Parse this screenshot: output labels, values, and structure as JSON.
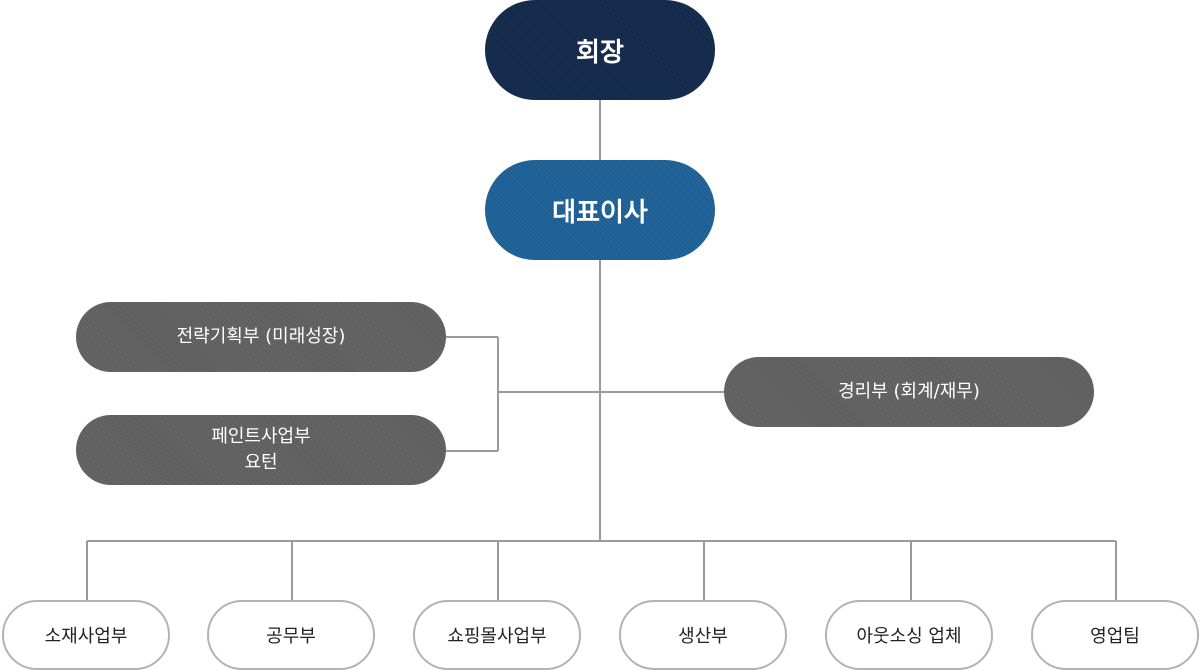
{
  "chart": {
    "chairman": "회장",
    "ceo": "대표이사",
    "staff_left": [
      {
        "lines": [
          "전략기획부 (미래성장)"
        ]
      },
      {
        "lines": [
          "페인트사업부",
          "요턴"
        ]
      }
    ],
    "staff_right": {
      "lines": [
        "경리부 (회계/재무)"
      ]
    },
    "departments": [
      "소재사업부",
      "공무부",
      "쇼핑몰사업부",
      "생산부",
      "아웃소싱 업체",
      "영업팀"
    ]
  },
  "colors": {
    "chairman": "#12294a",
    "ceo": "#1b5e93",
    "staff": "#5e5e5e",
    "connector": "#9a9a9a",
    "department_border": "#b3b3b3"
  }
}
